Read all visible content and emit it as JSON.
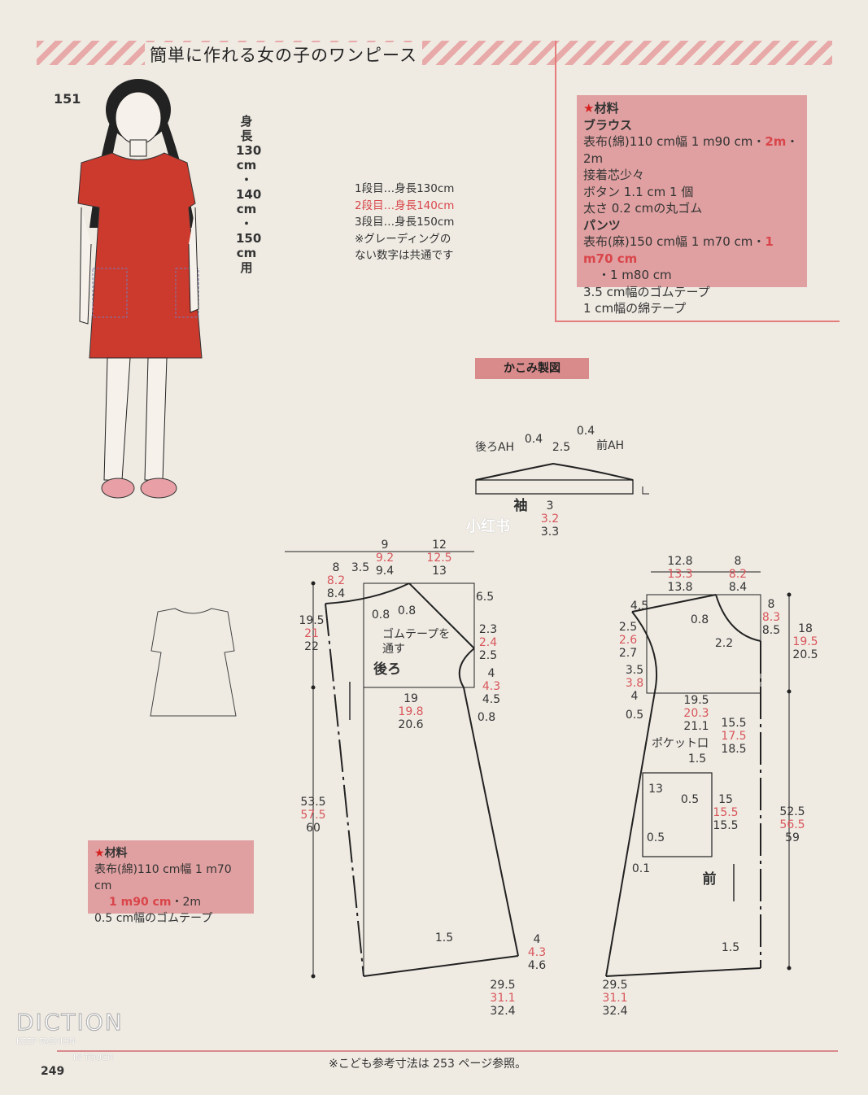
{
  "header": {
    "title": "簡単に作れる女の子のワンピース",
    "item_number": "151"
  },
  "size_label": [
    "身",
    "長",
    "130",
    "cm",
    "・",
    "140",
    "cm",
    "・",
    "150",
    "cm",
    "用"
  ],
  "legend": {
    "row1": "1段目…身長130cm",
    "row2": "2段目…身長140cm",
    "row3": "3段目…身長150cm",
    "note1": "※グレーディングの",
    "note2": "ない数字は共通です"
  },
  "materials_main": {
    "heading": "材料",
    "blouse_title": "ブラウス",
    "blouse_fabric": "表布(綿)110 cm幅 1 m90 cm・",
    "blouse_fabric_red": "2m",
    "blouse_fabric_end": "・2m",
    "interfacing": "接着芯少々",
    "button": "ボタン 1.1 cm 1 個",
    "elastic_cord": "太さ 0.2 cmの丸ゴム",
    "pants_title": "パンツ",
    "pants_fabric": "表布(麻)150 cm幅 1 m70 cm・",
    "pants_fabric_red": "1 m70 cm",
    "pants_fabric_end": "・1 m80 cm",
    "elastic_tape": "3.5 cm幅のゴムテープ",
    "cotton_tape": "1 cm幅の綿テープ"
  },
  "materials_dress": {
    "heading": "材料",
    "fabric": "表布(綿)110 cm幅 1 m70 cm",
    "fabric_red": "1 m90 cm",
    "fabric_end": "・2m",
    "elastic": "0.5 cm幅のゴムテープ"
  },
  "section_tag": "かこみ製図",
  "sleeve": {
    "label": "袖",
    "back_ah": "後ろAH",
    "front_ah": "前AH",
    "ease_left": "0.4",
    "ease_right": "0.4",
    "top": "2.5",
    "height": [
      "3",
      "3.2",
      "3.3"
    ]
  },
  "back": {
    "label": "後ろ",
    "note1": "ゴムテープを",
    "note2": "通す",
    "neck_width": [
      "9",
      "9.2",
      "9.4"
    ],
    "shoulder_width": [
      "12",
      "12.5",
      "13"
    ],
    "neck_drop": [
      "8",
      "8.2",
      "8.4"
    ],
    "neck_rise": "3.5",
    "shoulder_drop": "6.5",
    "gather_a": "0.8",
    "gather_b": "0.8",
    "armhole_depth": [
      "19.5",
      "21",
      "22"
    ],
    "armhole_a": [
      "2.3",
      "2.4",
      "2.5"
    ],
    "armhole_b": [
      "4",
      "4.3",
      "4.5"
    ],
    "bust": [
      "19",
      "19.8",
      "20.6"
    ],
    "side_out": "0.8",
    "length": [
      "53.5",
      "57.5",
      "60"
    ],
    "hem_curve": "1.5",
    "hem_rise": [
      "4",
      "4.3",
      "4.6"
    ],
    "hem": [
      "29.5",
      "31.1",
      "32.4"
    ]
  },
  "front": {
    "label": "前",
    "shoulder_width": [
      "12.8",
      "13.3",
      "13.8"
    ],
    "neck_width": [
      "8",
      "8.2",
      "8.4"
    ],
    "shoulder_drop": "4.5",
    "neck_a": "0.8",
    "neck_b": "2.2",
    "neck_depth": [
      "8",
      "8.3",
      "8.5"
    ],
    "armhole_depth": [
      "18",
      "19.5",
      "20.5"
    ],
    "armhole_a": [
      "2.5",
      "2.6",
      "2.7"
    ],
    "armhole_b": [
      "3.5",
      "3.8",
      "4"
    ],
    "side_out": "0.5",
    "bust": [
      "19.5",
      "20.3",
      "21.1"
    ],
    "pocket_pos": [
      "15.5",
      "17.5",
      "18.5"
    ],
    "pocket_label": "ポケット口",
    "pocket_a": "1.5",
    "pocket_w": "13",
    "pocket_b": "0.5",
    "pocket_h": [
      "15",
      "15.5",
      "15.5"
    ],
    "length": [
      "52.5",
      "56.5",
      "59"
    ],
    "pocket_c": "0.5",
    "pocket_d": "0.1",
    "hem_curve": "1.5",
    "hem": [
      "29.5",
      "31.1",
      "32.4"
    ]
  },
  "footer": {
    "note": "※こども参考寸法は 253 ページ参照。",
    "page": "249"
  },
  "watermark": {
    "brand": "DICTION",
    "line1": "KEEP FASHION",
    "line2": "IN TOUCH",
    "overlay": "小红书"
  },
  "colors": {
    "accent_red": "#d9454a",
    "box_pink": "#e0a0a1",
    "paper": "#efebe3"
  }
}
